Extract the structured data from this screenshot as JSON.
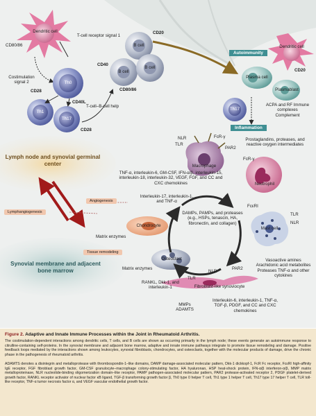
{
  "labels": {
    "dendritic_cell": "Dendritic cell",
    "cd80_86": "CD80/86",
    "tcell_receptor_signal": "T-cell receptor signal 1",
    "costimulation_signal": "Costimulation signal 2",
    "cd28": "CD28",
    "th0": "Th0",
    "cd40l": "CD40L",
    "th1": "Th1",
    "th17": "Th17",
    "tcell_bcell_help": "T-cell–B-cell help",
    "cd20": "CD20",
    "b_cell": "B cell",
    "cd40": "CD40",
    "autoimmunity": "Autoimmunity",
    "plasma_cell": "Plasma cell",
    "plasmablast": "Plasmablast",
    "acpa_rf": "ACPA and RF Immune complexes Complement",
    "inflammation": "Inflammation",
    "prostaglandins": "Prostaglandins, proteases, and reactive oxygen intermediates",
    "nlr": "NLR",
    "tlr": "TLR",
    "fc_gamma": "FcR-γ",
    "par2": "PAR2",
    "macrophage": "Macrophage",
    "neutrophil": "Neutrophil",
    "tnf_cytokines": "TNF-α, interleukin-6, GM-CSF, IFN-α/β, interleukin-15, interleukin-18, interleukin-32, VEGF, FGF, and CC and CXC chemokines",
    "lymph_node": "Lymph node and synovial germinal center",
    "angiogenesis": "Angiogenesis",
    "lymphangiogenesis": "Lymphangiogenesis",
    "il17": "Interleukin-17, interleukin-1, and TNF-α",
    "damps": "DAMPs, PAMPs, and proteases (e.g., HSPs, tenascin, HA, fibronectin, and collagen)",
    "chondrocyte": "Chondrocyte",
    "matrix_enzymes": "Matrix enzymes",
    "fceri": "FcεRI",
    "mast_cell": "Mast cell",
    "vasoactive": "Vasoactive amines Arachidonic acid metabolites Proteases TNF-α and other cytokines",
    "tissue_remodeling": "Tissue remodeling",
    "osteoclast": "Osteoclast",
    "rankl": "RANKL, Dkk-1, and interleukin-1",
    "fibroblast": "Fibroblast-like synoviocyte",
    "mmps": "MMPs ADAMTS",
    "il6": "Interleukin-6, interleukin-1, TNF-α, TGF-β, PDGF, and CC and CXC chemokines",
    "synovial": "Synovial membrane and adjacent bone marrow"
  },
  "caption": {
    "figure_number": "Figure 2.",
    "title": "Adaptive and Innate Immune Processes within the Joint in Rheumatoid Arthritis.",
    "paragraph1": "The costimulation-dependent interactions among dendritic cells, T cells, and B cells are shown as occurring primarily in the lymph node; these events generate an autoimmune response to citrulline-containing self-proteins. In the synovial membrane and adjacent bone marrow, adaptive and innate immune pathways integrate to promote tissue remodeling and damage. Positive feedback loops mediated by the interactions shown among leukocytes, synovial fibroblasts, chondrocytes, and osteoclasts, together with the molecular products of damage, drive the chronic phase in the pathogenesis of rheumatoid arthritis.",
    "paragraph2": "ADAMTS denotes a disintegrin and metalloprotease with thrombospondin-1–like domains, DAMP damage-associated molecular pattern, Dkk-1 dickkopf-1, FcR Fc receptor, FcεRI high-affinity IgE receptor, FGF fibroblast growth factor, GM-CSF granulocyte–macrophage colony-stimulating factor, HA hyaluronan, HSP heat-shock protein, IFN-α/β interferon-α/β, MMP matrix metalloproteinase, NLR nucleotide-binding oligomerization domain–like receptor, PAMP pathogen-associated molecular pattern, PAR2 protease-activated receptor 2, PDGF platelet-derived growth factor, RANKL receptor activator of nuclear factor κB ligand, TGF-β transforming growth factor β, Th0 type 0 helper T cell, Th1 type 1 helper T cell, Th17 type 17 helper T cell, TLR toll-like receptor, TNF-α tumor necrosis factor α, and VEGF vascular endothelial growth factor."
  }
}
